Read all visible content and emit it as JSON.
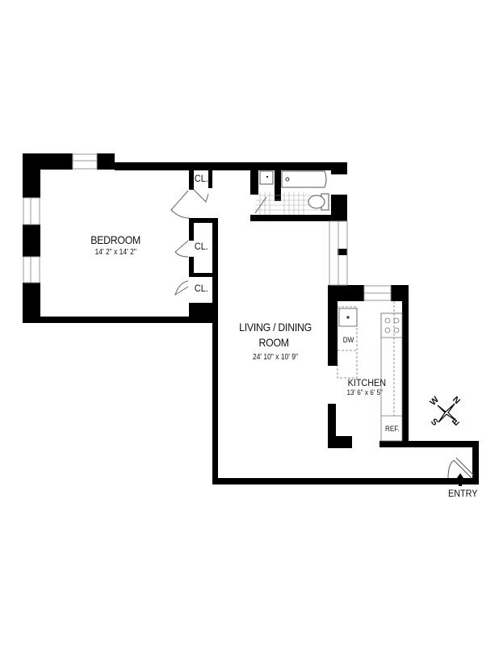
{
  "plan": {
    "rooms": [
      {
        "name": "BEDROOM",
        "dimensions": "14' 2\" x 14' 2\""
      },
      {
        "name_line1": "LIVING / DINING",
        "name_line2": "ROOM",
        "dimensions": "24' 10\" x 10' 9\""
      },
      {
        "name": "KITCHEN",
        "dimensions": "13' 6\" x 6' 5\""
      }
    ],
    "closets": [
      "CL.",
      "CL.",
      "CL."
    ],
    "appliances": {
      "dishwasher": "DW",
      "refrigerator": "REF."
    },
    "entry_label": "ENTRY",
    "compass": {
      "n": "N",
      "s": "S",
      "e": "E",
      "w": "W"
    },
    "colors": {
      "wall": "#000000",
      "background": "#ffffff",
      "fixture_line": "#888888"
    }
  }
}
